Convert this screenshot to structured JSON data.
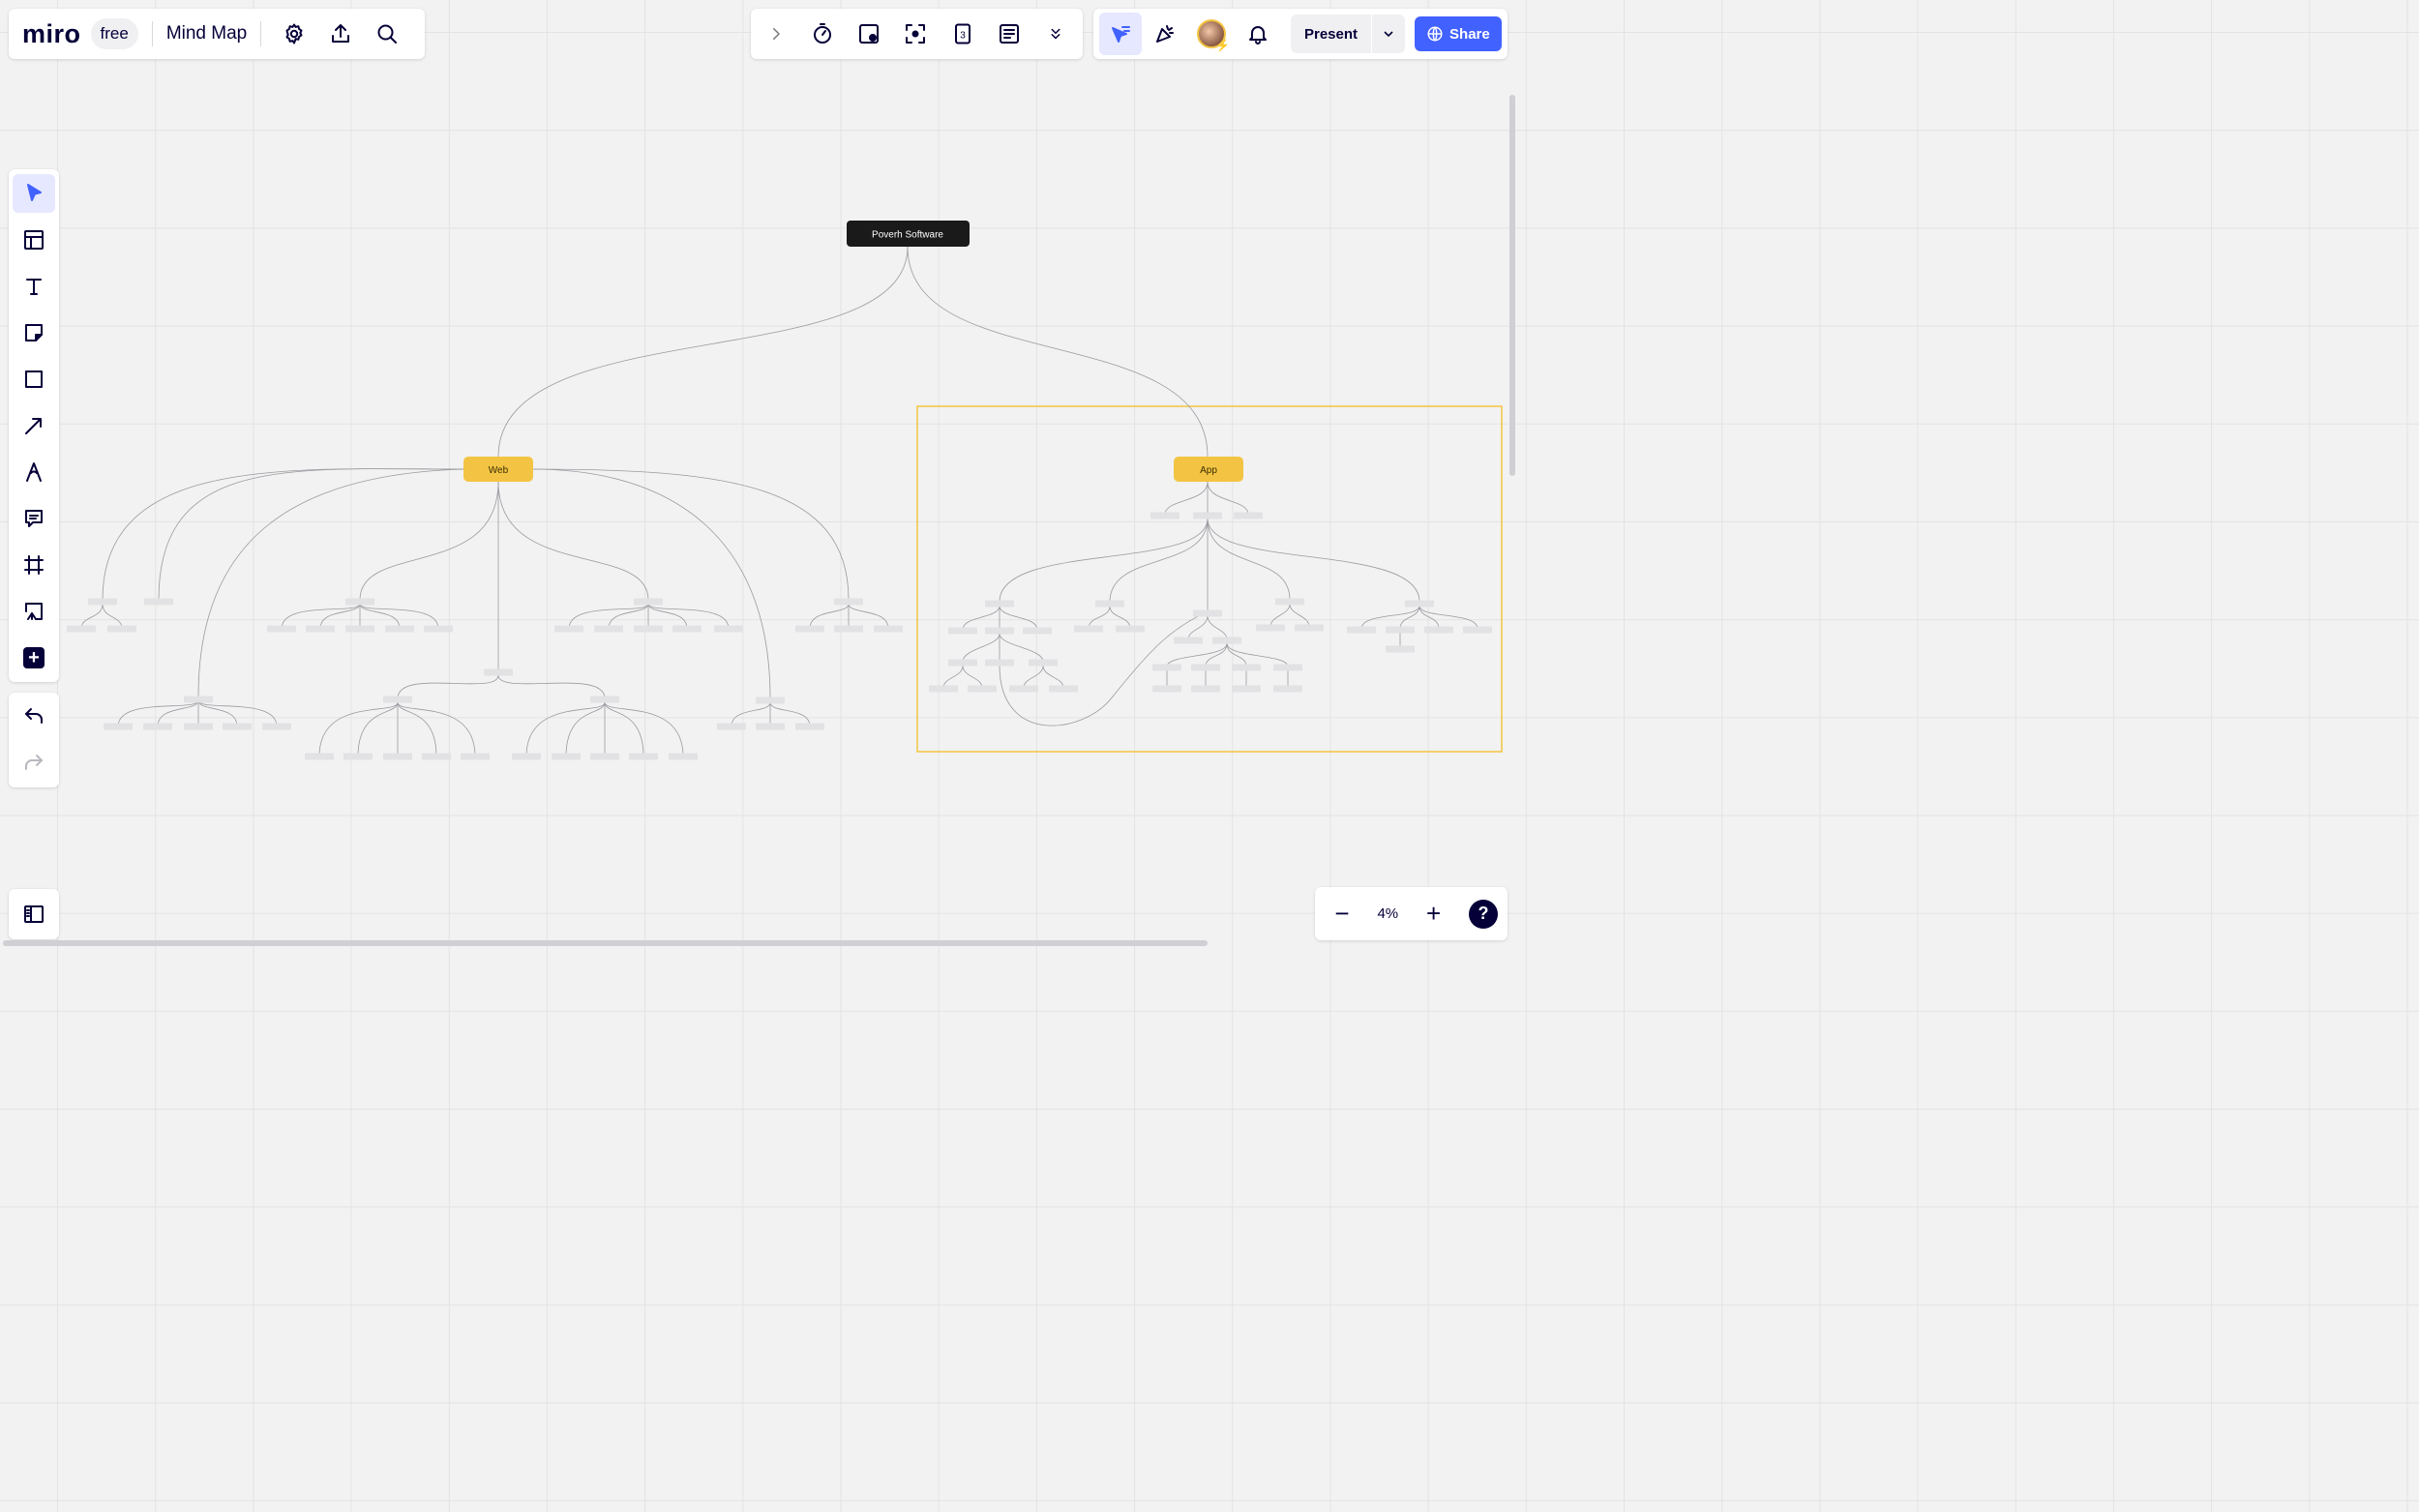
{
  "header": {
    "logo": "miro",
    "plan_badge": "free",
    "board_title": "Mind Map",
    "icons": [
      "gear-icon",
      "upload-icon",
      "search-icon"
    ]
  },
  "center_toolbar": {
    "icons": [
      "chevron-right-icon",
      "timer-icon",
      "cards-icon",
      "focus-icon",
      "counter-icon",
      "notes-icon",
      "double-chevron-down-icon"
    ],
    "counter_value": "3"
  },
  "right_toolbar": {
    "icons": [
      "cursor-follow-icon",
      "celebrate-icon",
      "avatar",
      "bell-icon"
    ],
    "present_label": "Present",
    "share_label": "Share"
  },
  "left_toolbar": {
    "tools": [
      "select-icon",
      "templates-icon",
      "text-icon",
      "sticky-note-icon",
      "shape-icon",
      "arrow-icon",
      "pen-icon",
      "comment-icon",
      "frame-icon",
      "upload-icon",
      "more-apps-icon"
    ],
    "active": "select-icon"
  },
  "history": {
    "undo": "undo-icon",
    "redo": "redo-icon"
  },
  "zoom": {
    "level": "4%",
    "minus": "−",
    "plus": "+",
    "help": "?"
  },
  "mindmap": {
    "root": "Poverh Software",
    "branches": [
      {
        "label": "Web",
        "color": "#f3c444"
      },
      {
        "label": "App",
        "color": "#f3c444"
      }
    ],
    "root_color": "#1a1a1a",
    "selection_color": "#f3c440"
  }
}
